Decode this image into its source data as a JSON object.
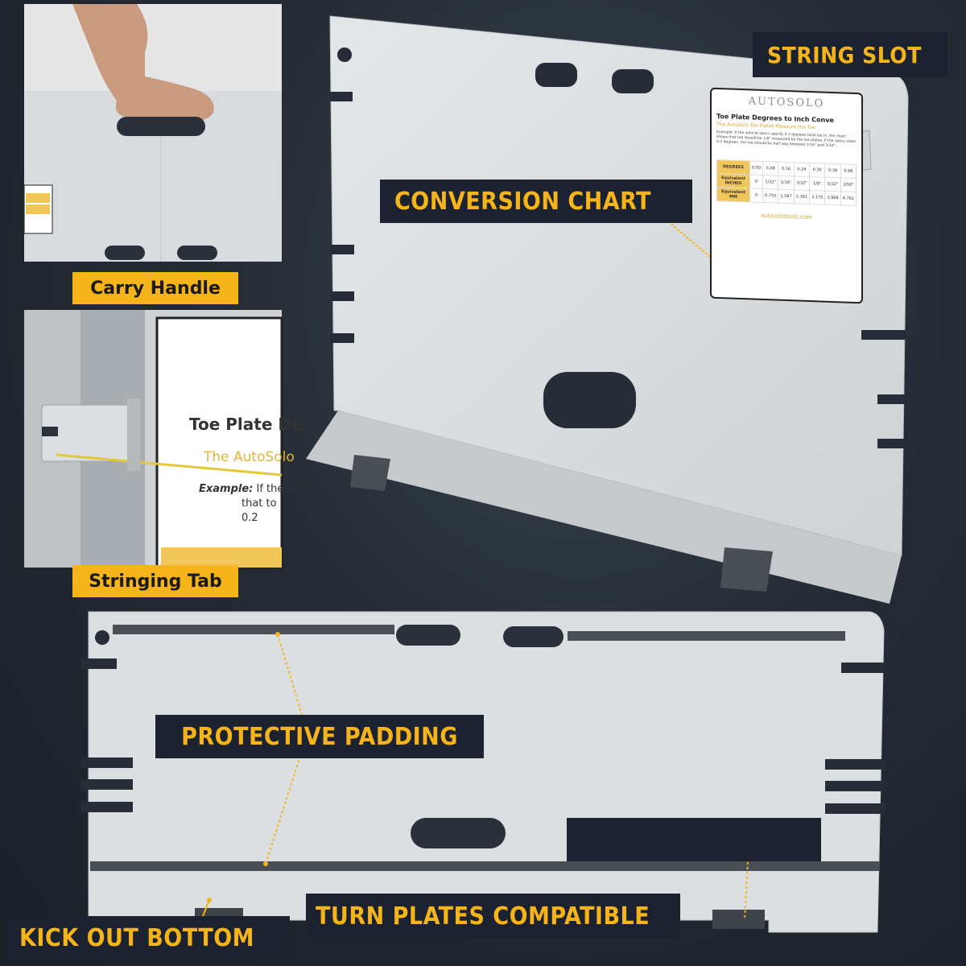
{
  "labels": {
    "string_slot": "STRING SLOT",
    "conversion_chart": "CONVERSION CHART",
    "carry_handle": "Carry Handle",
    "stringing_tab": "Stringing Tab",
    "protective_padding": "PROTECTIVE PADDING",
    "kick_out_bottom": "KICK OUT BOTTOM",
    "turn_plates_compatible": "TURN PLATES COMPATIBLE"
  },
  "chart_card": {
    "brand": "AUTOSOLO",
    "title": "Toe Plate Degrees to Inch Conve",
    "subtitle": "The AutoSolo Toe Plates Measure the Toe",
    "example": "Example: If the vehicle specs specify 0.3 degrees total toe in, the chart shows that toe should be 1/8\" measured by the toe plates. If the specs state 0.2 degrees, the toe should be half way between 1/16\" and 3/32\".",
    "row_labels": [
      "DEGREES",
      "Equivalent INCHES",
      "Equivalent MM"
    ],
    "degrees": [
      "0.00",
      "0.08",
      "0.16",
      "0.24",
      "0.30",
      "0.38",
      "0.46"
    ],
    "inches": [
      "0",
      "1/32\"",
      "1/16\"",
      "3/32\"",
      "1/8\"",
      "5/32\"",
      "3/16\""
    ],
    "mm": [
      "0",
      "0.793",
      "1.587",
      "2.381",
      "3.175",
      "3.968",
      "4.762"
    ],
    "url": "autosolotools.com"
  },
  "zoom_card": {
    "title": "Toe Plate De",
    "subtitle": "The AutoSolo",
    "example_label": "Example:",
    "example_rest": "If the vehi",
    "line2": "that to",
    "line3": "0.2"
  },
  "colors": {
    "accent": "#f4b41a",
    "label_bg": "#1c2230",
    "plate": "#dfe2e4",
    "padding": "#4a4f55"
  }
}
